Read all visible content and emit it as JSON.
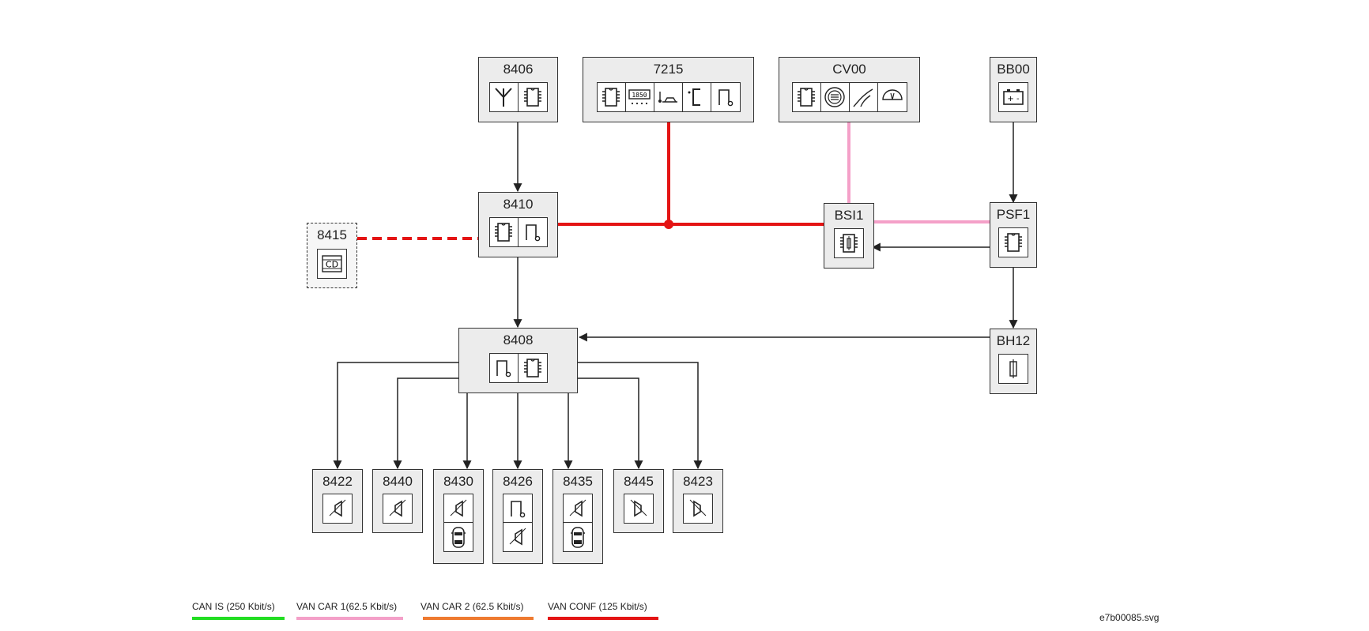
{
  "nodes": {
    "n8406": {
      "label": "8406"
    },
    "n7215": {
      "label": "7215"
    },
    "nCV00": {
      "label": "CV00"
    },
    "nBB00": {
      "label": "BB00"
    },
    "n8410": {
      "label": "8410"
    },
    "n8415": {
      "label": "8415"
    },
    "nBSI1": {
      "label": "BSI1"
    },
    "nPSF1": {
      "label": "PSF1"
    },
    "n8408": {
      "label": "8408"
    },
    "nBH12": {
      "label": "BH12"
    },
    "n8422": {
      "label": "8422"
    },
    "n8440": {
      "label": "8440"
    },
    "n8430": {
      "label": "8430"
    },
    "n8426": {
      "label": "8426"
    },
    "n8435": {
      "label": "8435"
    },
    "n8445": {
      "label": "8445"
    },
    "n8423": {
      "label": "8423"
    }
  },
  "icon_text": {
    "cd": "CD",
    "display": "1850",
    "battery": "+ -"
  },
  "legend": [
    {
      "label": "CAN IS (250 Kbit/s)",
      "color": "#22dd22"
    },
    {
      "label": "VAN CAR 1(62.5 Kbit/s)",
      "color": "#f4a0c8"
    },
    {
      "label": "VAN CAR 2 (62.5 Kbit/s)",
      "color": "#ee7a30"
    },
    {
      "label": "VAN CONF (125 Kbit/s)",
      "color": "#e41414"
    }
  ],
  "colors": {
    "van_conf": "#e41414",
    "van_car1": "#f4a0c8",
    "wire": "#222222"
  },
  "filename": "e7b00085.svg"
}
